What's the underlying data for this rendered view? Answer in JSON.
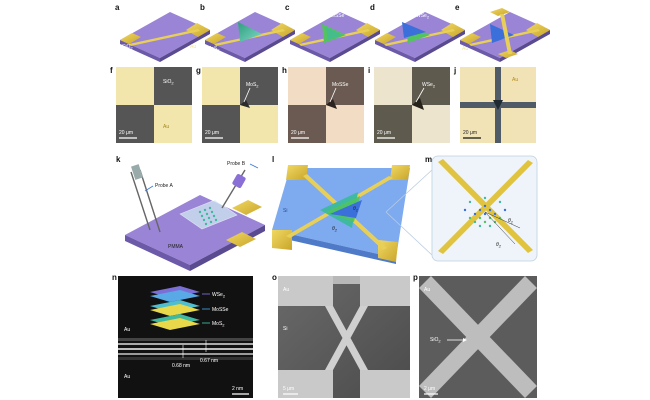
{
  "panels": {
    "a": {
      "letter": "a",
      "substrate": "SiO",
      "sub2": "2",
      "electrode": "Au"
    },
    "b": {
      "letter": "b",
      "material": "MoS",
      "sub2": "2"
    },
    "c": {
      "letter": "c",
      "material": "MoSSe"
    },
    "d": {
      "letter": "d",
      "material": "WSe",
      "sub2": "2"
    },
    "e": {
      "letter": "e",
      "electrode": "Au"
    },
    "f": {
      "letter": "f",
      "substrate": "SiO",
      "sub2": "2",
      "electrode": "Au",
      "scale": "20 μm"
    },
    "g": {
      "letter": "g",
      "material": "MoS",
      "sub2": "2",
      "scale": "20 μm"
    },
    "h": {
      "letter": "h",
      "material": "MoSSe",
      "scale": "20 μm"
    },
    "i": {
      "letter": "i",
      "material": "WSe",
      "sub2": "2",
      "scale": "20 μm"
    },
    "j": {
      "letter": "j",
      "electrode": "Au",
      "scale": "20 μm"
    },
    "k": {
      "letter": "k",
      "probe_a": "Probe A",
      "probe_b": "Probe B",
      "film": "PMMA"
    },
    "l": {
      "letter": "l",
      "substrate": "Si",
      "theta1": "θ",
      "theta1_sub": "1",
      "theta2": "θ",
      "theta2_sub": "2"
    },
    "m": {
      "letter": "m",
      "theta1": "θ",
      "theta1_sub": "1",
      "theta2": "θ",
      "theta2_sub": "2"
    },
    "n": {
      "letter": "n",
      "layer1": "WSe",
      "layer1_sub": "2",
      "layer2": "MoSSe",
      "layer3": "MoS",
      "layer3_sub": "2",
      "au_top": "Au",
      "au_bottom": "Au",
      "d1": "0.68 nm",
      "d2": "0.67 nm",
      "scale": "2 nm"
    },
    "o": {
      "letter": "o",
      "electrode": "Au",
      "substrate": "Si",
      "scale": "5 μm"
    },
    "p": {
      "letter": "p",
      "electrode": "Au",
      "substrate": "SiO",
      "sub2": "2",
      "scale": "2 μm"
    }
  },
  "colors": {
    "substrate_purple": "#9a84d6",
    "gold": "#d9bf3c",
    "mos2_teal": "#3fb9a0",
    "mosse_green": "#52c35f",
    "wse2_blue": "#3b6fd9",
    "si_blue": "#7eaaf0",
    "micrograph_gray": "#7a7a7a"
  }
}
